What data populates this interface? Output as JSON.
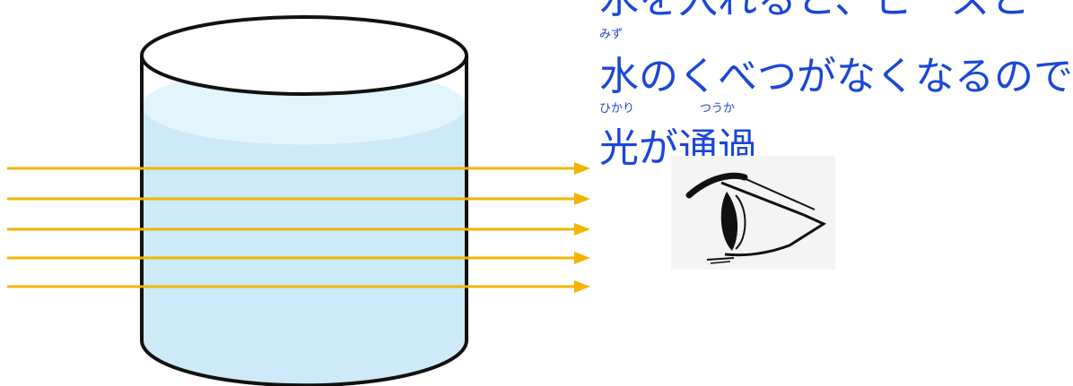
{
  "caption": {
    "line_top": "水を入れると、ビーズと",
    "ruby_water": "みず",
    "line_2": "水のくべつがなくなるので",
    "ruby_light": "ひかり",
    "ruby_pass": "つうか",
    "line_3_part_a": "光が",
    "line_3_part_b": "通過"
  },
  "colors": {
    "text": "#1a47d8",
    "arrow": "#f4b400",
    "water": "#cdeaf8",
    "water_surface": "#e2f4fc",
    "outline": "#111111"
  },
  "icons": [
    "glass-of-water-icon",
    "light-ray-arrow-icon",
    "eye-icon"
  ]
}
